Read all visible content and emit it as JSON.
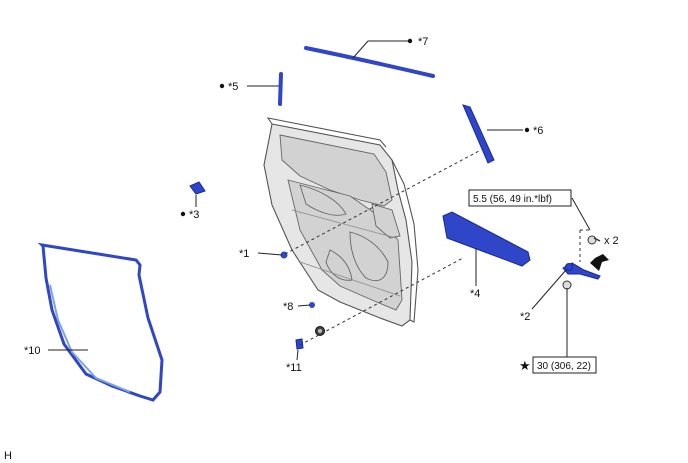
{
  "parts": [
    {
      "id": "1",
      "label": "*1"
    },
    {
      "id": "2",
      "label": "*2"
    },
    {
      "id": "3",
      "label": "*3"
    },
    {
      "id": "4",
      "label": "*4"
    },
    {
      "id": "5",
      "label": "*5"
    },
    {
      "id": "6",
      "label": "*6"
    },
    {
      "id": "7",
      "label": "*7"
    },
    {
      "id": "8",
      "label": "*8"
    },
    {
      "id": "10",
      "label": "*10"
    },
    {
      "id": "11",
      "label": "*11"
    }
  ],
  "torque_specs": [
    {
      "id": "hinge_bolt",
      "text": "5.5 (56, 49 in.*lbf)",
      "quantity": "x 2"
    },
    {
      "id": "check_bolt",
      "text": "30 (306, 22)",
      "mark": "★"
    }
  ],
  "corner_code": "H",
  "colors": {
    "part": "#2f46c8",
    "door": "#e6e6e6",
    "outline": "#555555"
  }
}
